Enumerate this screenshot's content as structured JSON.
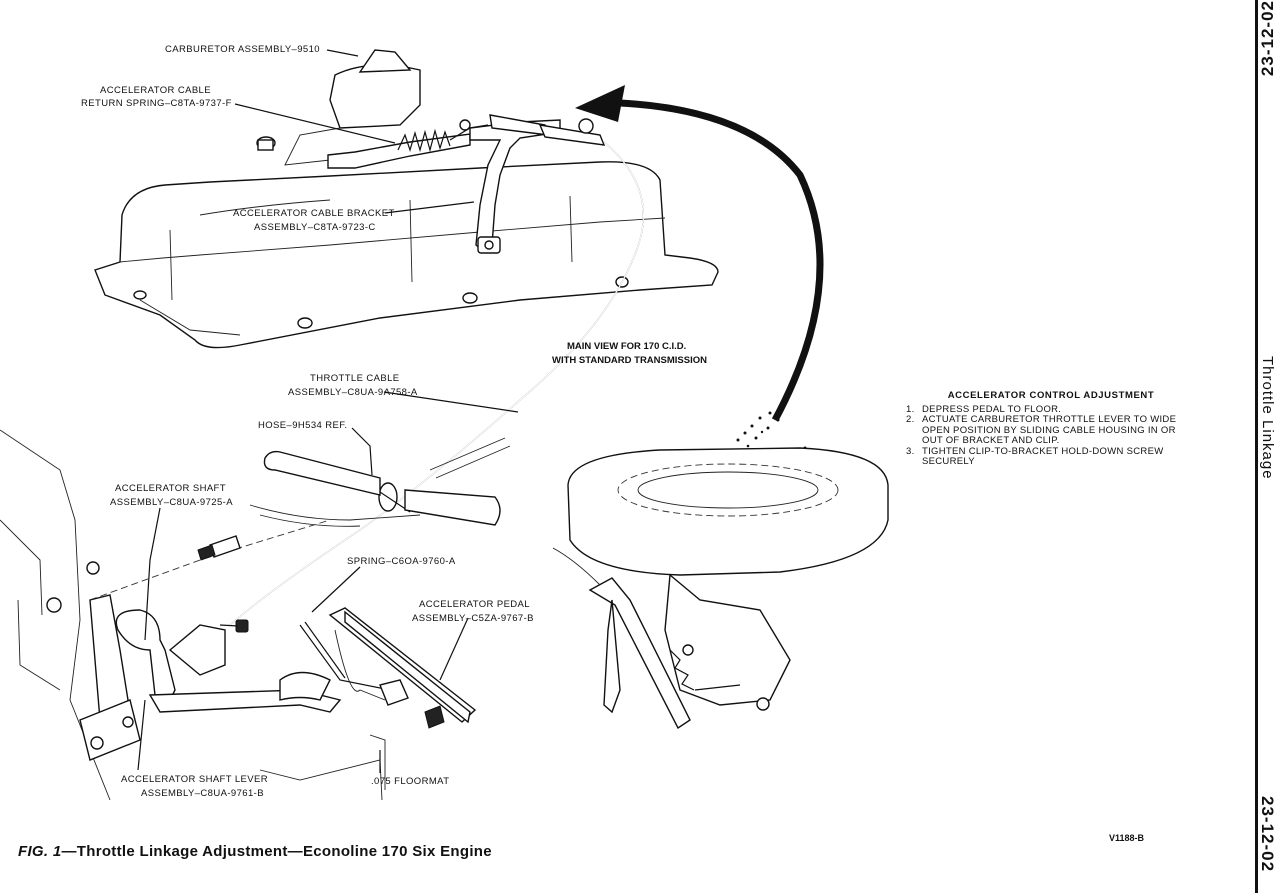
{
  "page_number": "23-12-02",
  "section_title": "Throttle Linkage",
  "labels": {
    "carburetor": "CARBURETOR ASSEMBLY–9510",
    "return_spring_1": "ACCELERATOR CABLE",
    "return_spring_2": "RETURN SPRING–C8TA-9737-F",
    "bracket_1": "ACCELERATOR CABLE BRACKET",
    "bracket_2": "ASSEMBLY–C8TA-9723-C",
    "main_view_1": "MAIN VIEW FOR 170 C.I.D.",
    "main_view_2": "WITH STANDARD TRANSMISSION",
    "throttle_cable_1": "THROTTLE CABLE",
    "throttle_cable_2": "ASSEMBLY–C8UA-9A758-A",
    "hose": "HOSE–9H534 REF.",
    "shaft_1": "ACCELERATOR SHAFT",
    "shaft_2": "ASSEMBLY–C8UA-9725-A",
    "spring": "SPRING–C6OA-9760-A",
    "pedal_1": "ACCELERATOR PEDAL",
    "pedal_2": "ASSEMBLY–C5ZA-9767-B",
    "shaft_lever_1": "ACCELERATOR SHAFT LEVER",
    "shaft_lever_2": "ASSEMBLY–C8UA-9761-B",
    "floormat": ".075 FLOORMAT"
  },
  "adjustment": {
    "title": "ACCELERATOR CONTROL ADJUSTMENT",
    "steps": [
      {
        "num": "1.",
        "text": "DEPRESS PEDAL TO FLOOR."
      },
      {
        "num": "2.",
        "text": "ACTUATE CARBURETOR THROTTLE LEVER TO WIDE OPEN POSITION BY SLIDING CABLE HOUSING IN OR OUT OF BRACKET AND CLIP."
      },
      {
        "num": "3.",
        "text": "TIGHTEN CLIP-TO-BRACKET HOLD-DOWN SCREW SECURELY"
      }
    ]
  },
  "caption": {
    "fig": "FIG. 1",
    "text": "—Throttle Linkage Adjustment—Econoline 170 Six Engine"
  },
  "ref_code": "V1188-B"
}
